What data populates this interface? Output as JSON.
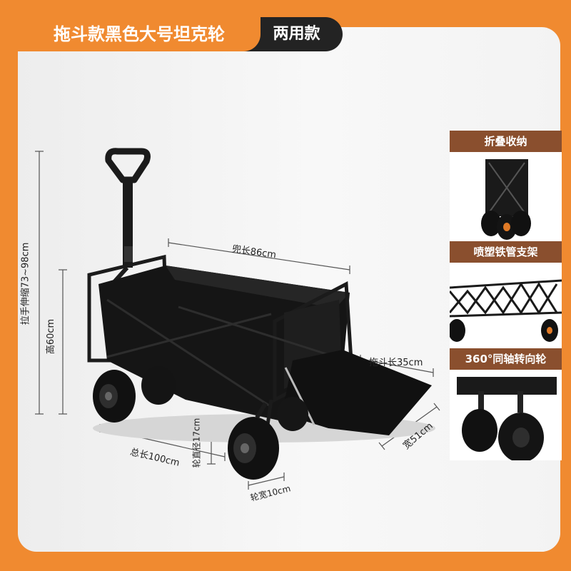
{
  "header": {
    "title": "拖斗款黑色大号坦克轮",
    "subtitle": "两用款"
  },
  "thumbnails": [
    {
      "label": "折叠收纳"
    },
    {
      "label": "喷塑铁管支架"
    },
    {
      "label": "360°同轴转向轮"
    }
  ],
  "dimensions": {
    "handle": "拉手伸缩73~98cm",
    "height": "高60cm",
    "bucket_length": "兜长86cm",
    "tailgate_length": "拖斗长35cm",
    "width": "宽51cm",
    "total_length": "总长100cm",
    "wheel_diameter": "轮直径17cm",
    "wheel_width": "轮宽10cm"
  },
  "colors": {
    "accent": "#f08a30",
    "dark_tag": "#232323",
    "label_brown": "#8a4f2e",
    "cart": "#1b1b1b"
  }
}
